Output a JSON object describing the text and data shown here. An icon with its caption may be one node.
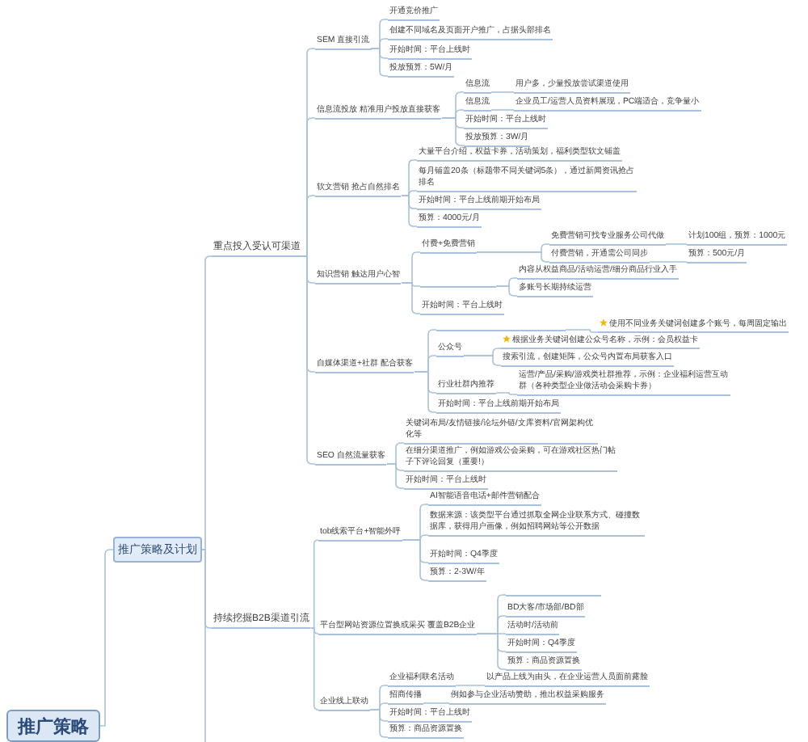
{
  "diagram": {
    "nodes": [
      {
        "text": [
          "推广策略"
        ]
      },
      {
        "text": [
          "推广策略及计划"
        ]
      },
      {
        "text": [
          "重点投入受认可渠道"
        ]
      },
      {
        "text": [
          "SEM 直接引流"
        ]
      },
      {
        "text": [
          "开通竞价推广"
        ]
      },
      {
        "text": [
          "创建不同域名及页面开户推广，占据头部排名"
        ]
      },
      {
        "text": [
          "开始时间：平台上线时"
        ]
      },
      {
        "text": [
          "投放预算：5W/月"
        ]
      },
      {
        "text": [
          "信息流投放 精准用户投放直接获客"
        ]
      },
      {
        "text": [
          "信息流"
        ]
      },
      {
        "text": [
          "用户多，少量投放尝试渠道使用"
        ]
      },
      {
        "text": [
          "信息流"
        ]
      },
      {
        "text": [
          "企业员工/运营人员资料展现，PC端适合，竞争量小"
        ]
      },
      {
        "text": [
          "开始时间：平台上线时"
        ]
      },
      {
        "text": [
          "投放预算：3W/月"
        ]
      },
      {
        "text": [
          "软文营销 抢占自然排名"
        ]
      },
      {
        "text": [
          "大量平台介绍，权益卡券，活动策划，福利类型软文铺盖"
        ]
      },
      {
        "text": [
          "每月铺盖20条（标题带不同关键词5条），通过新闻资讯抢占排名"
        ]
      },
      {
        "text": [
          "开始时间：平台上线前期开始布局"
        ]
      },
      {
        "text": [
          "预算：4000元/月"
        ]
      },
      {
        "text": [
          "知识营销 触达用户心智"
        ]
      },
      {
        "text": [
          "付费+免费营销"
        ]
      },
      {
        "text": [
          "免费营销可找专业服务公司代做"
        ]
      },
      {
        "text": [
          "计划100组，预算：1000元"
        ]
      },
      {
        "text": [
          "付费营销，开通需公司同步"
        ]
      },
      {
        "text": [
          "预算：500元/月"
        ]
      },
      {
        "text": [],
        "shape": "line"
      },
      {
        "text": [
          "内容从权益商品/活动运营/细分商品行业入手"
        ]
      },
      {
        "text": [
          "多账号长期持续运营"
        ]
      },
      {
        "text": [
          "开始时间：平台上线时"
        ]
      },
      {
        "text": [
          "自媒体渠道+社群 配合获客"
        ]
      },
      {
        "text": [],
        "shape": "line"
      },
      {
        "text": [
          "使用不同业务关键词创建多个账号，每周固定输出"
        ]
      },
      {
        "text": [
          "公众号"
        ]
      },
      {
        "text": [
          "根据业务关键词创建公众号名称，示例：会员权益卡"
        ]
      },
      {
        "text": [
          "搜索引流，创建矩阵，公众号内置布局获客入口"
        ]
      },
      {
        "text": [
          "行业社群内推荐"
        ]
      },
      {
        "text": [
          "运营/产品/采购/游戏类社群推荐，示例：企业福利运营互动群（各种类型企业做活动会采购卡券）"
        ]
      },
      {
        "text": [
          "开始时间：平台上线前期开始布局"
        ]
      },
      {
        "text": [
          "SEO 自然流量获客"
        ]
      },
      {
        "text": [
          "关键词布局/友情链接/论坛外链/文库资料/官网架构优化等"
        ]
      },
      {
        "text": [
          "在细分渠道推广，例如游戏公会采购，可在游戏社区热门帖子下评论回复（重要!）"
        ]
      },
      {
        "text": [
          "开始时间：平台上线时"
        ]
      },
      {
        "text": [
          "持续挖掘B2B渠道引流"
        ]
      },
      {
        "text": [
          "tob线索平台+智能外呼"
        ]
      },
      {
        "text": [
          "AI智能语音电话+邮件营销配合"
        ]
      },
      {
        "text": [
          "数据来源：该类型平台通过抓取全网企业联系方式、碰撞数据库，获得用户画像，例如招聘网站等公开数据"
        ]
      },
      {
        "text": [
          "开始时间：Q4季度"
        ]
      },
      {
        "text": [
          "预算：2-3W/年"
        ]
      },
      {
        "text": [
          "平台型网站资源位置换或采买 覆盖B2B企业"
        ]
      },
      {
        "text": [],
        "shape": "line"
      },
      {
        "text": [
          "BD大客/市场部/BD部"
        ]
      },
      {
        "text": [
          "活动时/活动前"
        ]
      },
      {
        "text": [
          "开始时间：Q4季度"
        ]
      },
      {
        "text": [
          "预算：商品资源置换"
        ]
      },
      {
        "text": [
          "企业线上联动"
        ]
      },
      {
        "text": [
          "企业福利联名活动"
        ]
      },
      {
        "text": [
          "以产品上线为由头，在企业运营人员面前露脸"
        ]
      },
      {
        "text": [
          "招商传播"
        ]
      },
      {
        "text": [
          "例如参与企业活动赞助，推出权益采购服务"
        ]
      },
      {
        "text": [
          "开始时间：平台上线时"
        ]
      },
      {
        "text": [
          "预算：商品资源置换"
        ]
      }
    ],
    "edges": [
      {
        "from": 0,
        "to": 1,
        "arrow": "none"
      },
      {
        "from": 1,
        "to": 2,
        "arrow": "none"
      },
      {
        "from": 1,
        "to": 43,
        "arrow": "none"
      },
      {
        "from": 1,
        "to": null,
        "arrow": "none"
      },
      {
        "from": 2,
        "to": 3,
        "arrow": "none"
      },
      {
        "from": 2,
        "to": 8,
        "arrow": "none"
      },
      {
        "from": 2,
        "to": 15,
        "arrow": "none"
      },
      {
        "from": 2,
        "to": 20,
        "arrow": "none"
      },
      {
        "from": 2,
        "to": 30,
        "arrow": "none"
      },
      {
        "from": 2,
        "to": 39,
        "arrow": "none"
      },
      {
        "from": 3,
        "to": 4,
        "arrow": "none"
      },
      {
        "from": 3,
        "to": 5,
        "arrow": "none"
      },
      {
        "from": 3,
        "to": 6,
        "arrow": "none"
      },
      {
        "from": 3,
        "to": 7,
        "arrow": "none"
      },
      {
        "from": 8,
        "to": 9,
        "arrow": "none"
      },
      {
        "from": 9,
        "to": 10,
        "arrow": "none"
      },
      {
        "from": 8,
        "to": 11,
        "arrow": "none"
      },
      {
        "from": 11,
        "to": 12,
        "arrow": "none"
      },
      {
        "from": 8,
        "to": 13,
        "arrow": "none"
      },
      {
        "from": 8,
        "to": 14,
        "arrow": "none"
      },
      {
        "from": 15,
        "to": 16,
        "arrow": "none"
      },
      {
        "from": 15,
        "to": 17,
        "arrow": "none"
      },
      {
        "from": 15,
        "to": 18,
        "arrow": "none"
      },
      {
        "from": 15,
        "to": 19,
        "arrow": "none"
      },
      {
        "from": 20,
        "to": 21,
        "arrow": "none"
      },
      {
        "from": 21,
        "to": 22,
        "arrow": "none"
      },
      {
        "from": 22,
        "to": 23,
        "arrow": "none"
      },
      {
        "from": 21,
        "to": 24,
        "arrow": "none"
      },
      {
        "from": 24,
        "to": 25,
        "arrow": "none"
      },
      {
        "from": 20,
        "to": 26,
        "arrow": "none"
      },
      {
        "from": 26,
        "to": 27,
        "arrow": "none"
      },
      {
        "from": 26,
        "to": 28,
        "arrow": "none"
      },
      {
        "from": 20,
        "to": 29,
        "arrow": "none"
      },
      {
        "from": 30,
        "to": 31,
        "arrow": "none"
      },
      {
        "from": 31,
        "to": 32,
        "arrow": "none"
      },
      {
        "from": 30,
        "to": 33,
        "arrow": "none"
      },
      {
        "from": 33,
        "to": 34,
        "arrow": "none"
      },
      {
        "from": 33,
        "to": 35,
        "arrow": "none"
      },
      {
        "from": 30,
        "to": 36,
        "arrow": "none"
      },
      {
        "from": 36,
        "to": 37,
        "arrow": "none"
      },
      {
        "from": 30,
        "to": 38,
        "arrow": "none"
      },
      {
        "from": 39,
        "to": 40,
        "arrow": "none"
      },
      {
        "from": 39,
        "to": 41,
        "arrow": "none"
      },
      {
        "from": 39,
        "to": 42,
        "arrow": "none"
      },
      {
        "from": 43,
        "to": 44,
        "arrow": "none"
      },
      {
        "from": 44,
        "to": 45,
        "arrow": "none"
      },
      {
        "from": 44,
        "to": 46,
        "arrow": "none"
      },
      {
        "from": 44,
        "to": 47,
        "arrow": "none"
      },
      {
        "from": 44,
        "to": 48,
        "arrow": "none"
      },
      {
        "from": 43,
        "to": 49,
        "arrow": "none"
      },
      {
        "from": 49,
        "to": 50,
        "arrow": "none"
      },
      {
        "from": 49,
        "to": 51,
        "arrow": "none"
      },
      {
        "from": 49,
        "to": 52,
        "arrow": "none"
      },
      {
        "from": 49,
        "to": 53,
        "arrow": "none"
      },
      {
        "from": 49,
        "to": 54,
        "arrow": "none"
      },
      {
        "from": 43,
        "to": 55,
        "arrow": "none"
      },
      {
        "from": 55,
        "to": 56,
        "arrow": "none"
      },
      {
        "from": 56,
        "to": 57,
        "arrow": "none"
      },
      {
        "from": 55,
        "to": 58,
        "arrow": "none"
      },
      {
        "from": 58,
        "to": 59,
        "arrow": "none"
      },
      {
        "from": 55,
        "to": 60,
        "arrow": "none"
      },
      {
        "from": 55,
        "to": 61,
        "arrow": "none"
      }
    ]
  }
}
